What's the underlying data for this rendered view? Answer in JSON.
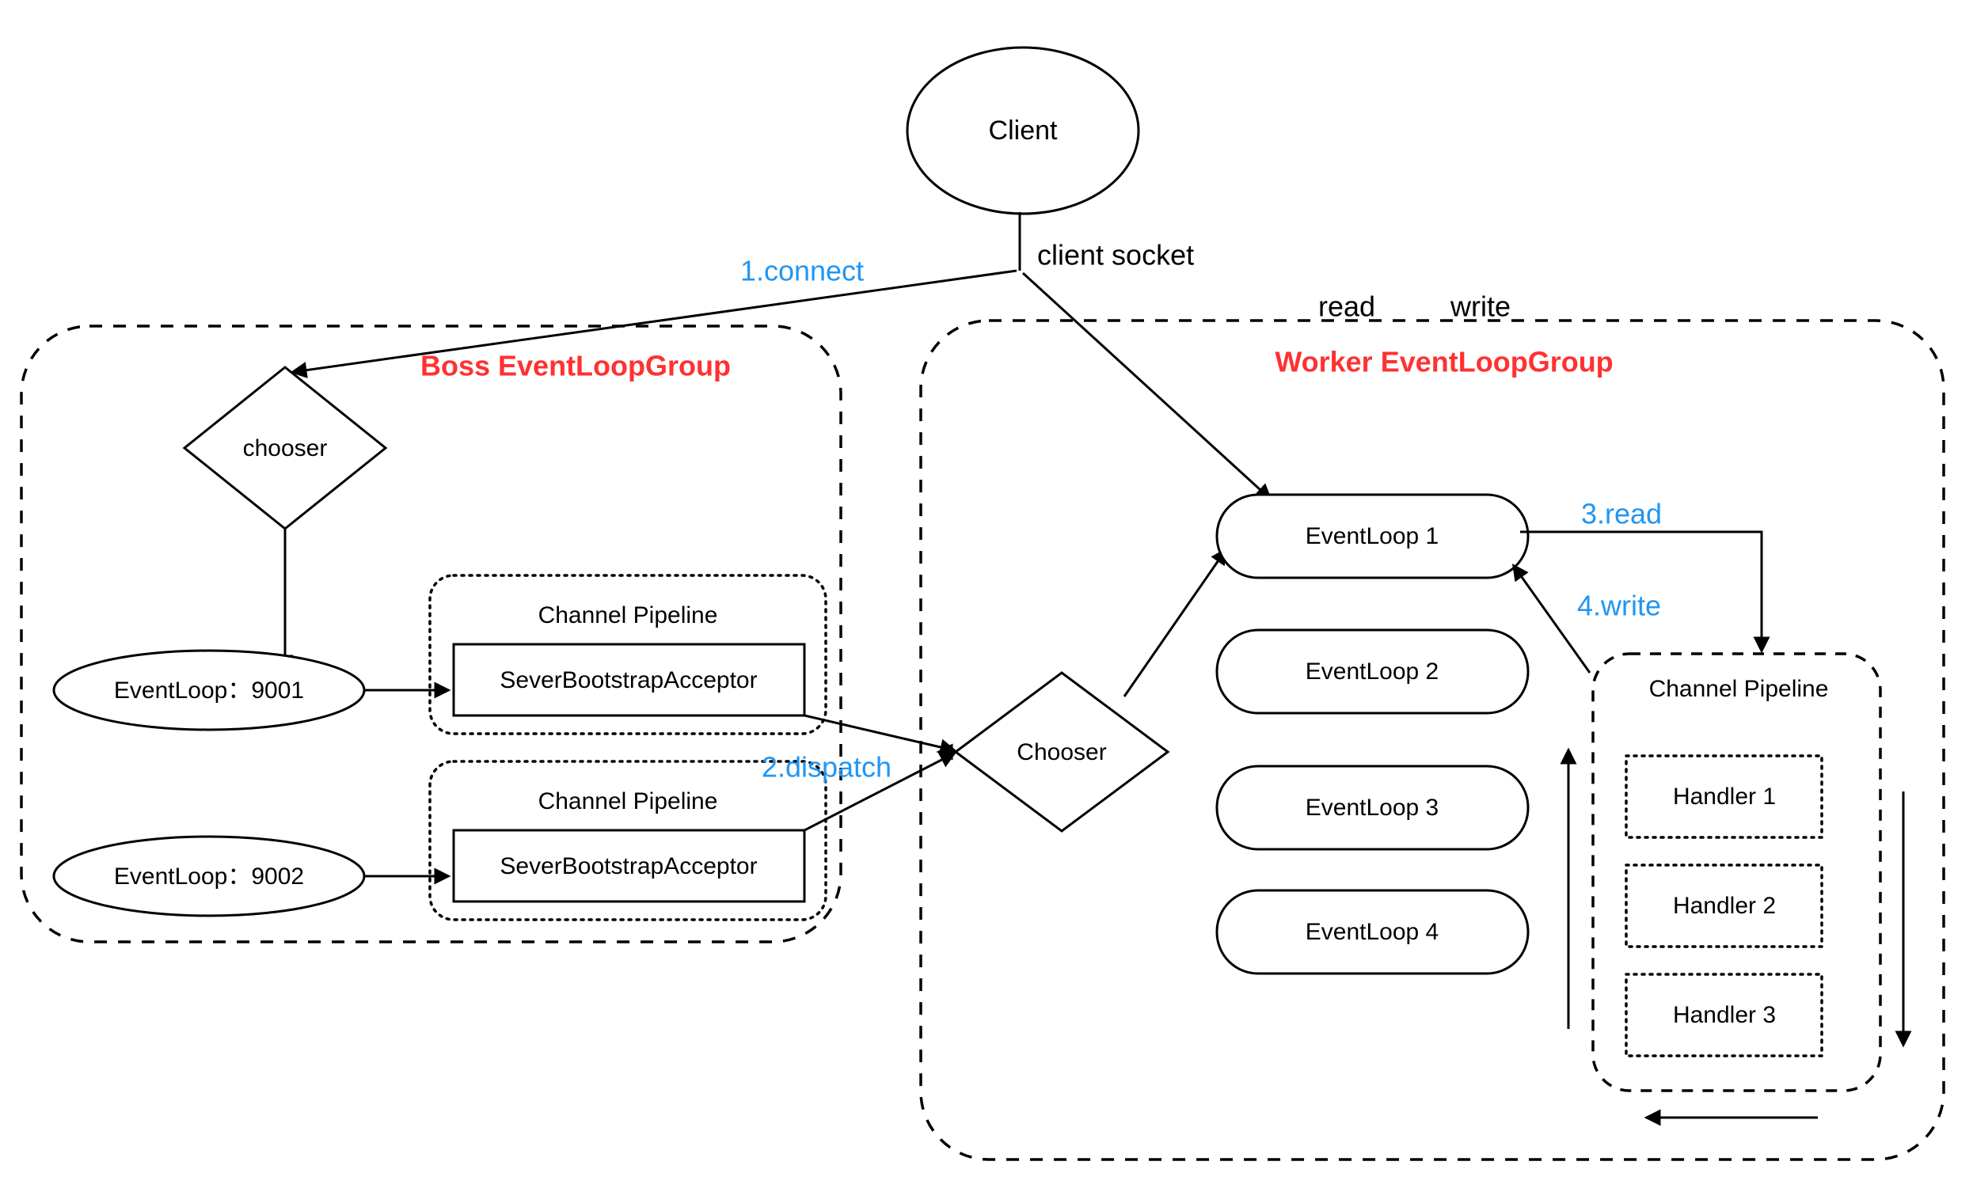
{
  "diagram": {
    "title": "Netty Boss/Worker EventLoopGroup architecture",
    "colors": {
      "group_title": "#ff3131",
      "step_label": "#2196f3",
      "stroke": "#000000",
      "background": "#ffffff"
    },
    "client": {
      "label": "Client",
      "socket_label": "client socket"
    },
    "io_labels": {
      "read": "read",
      "write": "write"
    },
    "steps": {
      "connect": "1.connect",
      "dispatch": "2.dispatch",
      "read": "3.read",
      "write": "4.write"
    },
    "boss_group": {
      "title": "Boss EventLoopGroup",
      "chooser": "chooser",
      "event_loops": [
        {
          "label": "EventLoop：9001"
        },
        {
          "label": "EventLoop：9002"
        }
      ],
      "pipelines": [
        {
          "title": "Channel Pipeline",
          "handler": "SeverBootstrapAcceptor"
        },
        {
          "title": "Channel Pipeline",
          "handler": "SeverBootstrapAcceptor"
        }
      ]
    },
    "worker_group": {
      "title": "Worker EventLoopGroup",
      "chooser": "Chooser",
      "event_loops": [
        {
          "label": "EventLoop 1"
        },
        {
          "label": "EventLoop 2"
        },
        {
          "label": "EventLoop 3"
        },
        {
          "label": "EventLoop 4"
        }
      ],
      "pipeline": {
        "title": "Channel Pipeline",
        "handlers": [
          {
            "label": "Handler 1"
          },
          {
            "label": "Handler 2"
          },
          {
            "label": "Handler 3"
          }
        ]
      }
    }
  }
}
